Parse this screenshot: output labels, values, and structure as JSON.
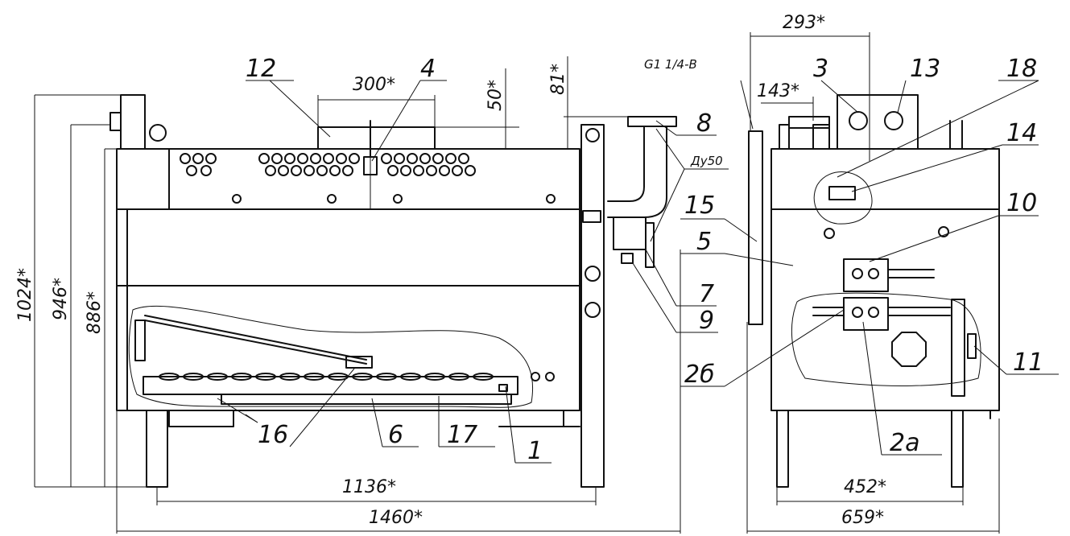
{
  "drawing": {
    "dimensions": [
      "1024*",
      "946*",
      "886*",
      "300*",
      "50*",
      "81*",
      "293*",
      "143*",
      "1136*",
      "1460*",
      "452*",
      "659*"
    ],
    "thread_label": "G1 1/4-B",
    "dn_label": "Ду50",
    "callouts": [
      "1",
      "2а",
      "2б",
      "3",
      "4",
      "5",
      "6",
      "7",
      "8",
      "9",
      "10",
      "11",
      "12",
      "13",
      "14",
      "15",
      "16",
      "17",
      "18"
    ]
  }
}
